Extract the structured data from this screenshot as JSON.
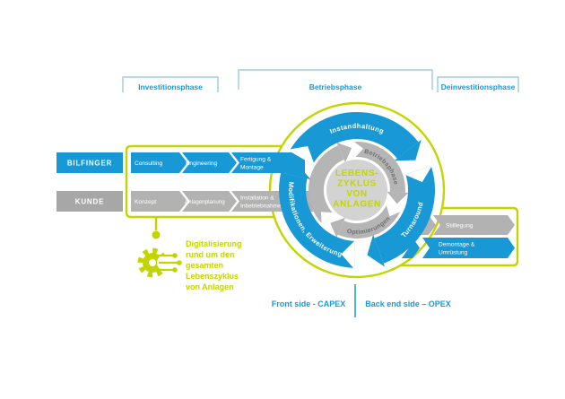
{
  "phases": {
    "investition": "Investitionsphase",
    "betrieb": "Betriebsphase",
    "deinvestition": "Deinvestitionsphase"
  },
  "actors": {
    "bilfinger": "BILFINGER",
    "kunde": "KUNDE"
  },
  "process": {
    "consulting": "Consulting",
    "engineering": "Engineering",
    "fertigung_l1": "Fertigung &",
    "fertigung_l2": "Montage",
    "konzept": "Konzept",
    "anlagenplanung": "Anlagenplanung",
    "installation_l1": "Installation &",
    "installation_l2": "Inbetriebnahme",
    "stilllegung": "Stilllegung",
    "demontage_l1": "Demontage &",
    "demontage_l2": "Umrüstung"
  },
  "circle": {
    "center_l1": "LEBENS-",
    "center_l2": "ZYKLUS",
    "center_l3": "VON",
    "center_l4": "ANLAGEN",
    "instandhaltung": "Instandhaltung",
    "turnaround": "Turnaround",
    "modifikationen": "Modifikationen, Erweiterung",
    "betriebsphase": "Betriebsphase",
    "optimierungen": "Optimierungen"
  },
  "digitalisierung": {
    "l1": "Digitalisierung",
    "l2": "rund um den",
    "l3": "gesamten",
    "l4": "Lebenszyklus",
    "l5": "von Anlagen"
  },
  "footer": {
    "left": "Front side - CAPEX",
    "right": "Back end side – OPEX"
  },
  "colors": {
    "blue": "#1898d5",
    "gray": "#b2b2b2",
    "lime": "#c2d500"
  }
}
